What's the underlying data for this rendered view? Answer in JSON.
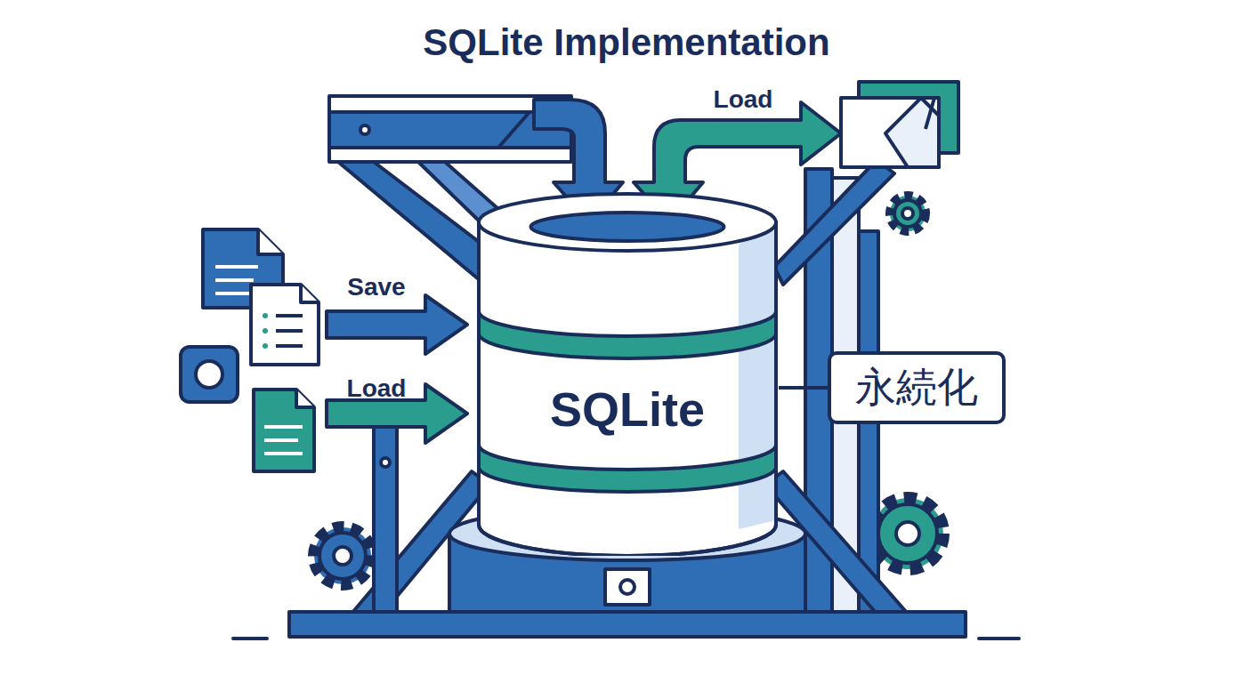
{
  "diagram": {
    "title": "SQLite Implementation",
    "nodes": [
      {
        "text": [
          "SQLite"
        ]
      },
      {
        "text": [
          "永続化"
        ]
      }
    ],
    "edges": [
      {
        "from": 1,
        "to": 0,
        "arrow": "none"
      }
    ],
    "labels": [
      "Load",
      "Save",
      "Load"
    ]
  }
}
